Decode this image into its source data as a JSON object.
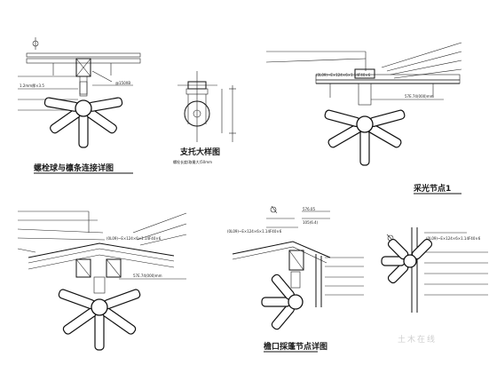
{
  "drawing": {
    "detail1_title": "螺栓球与檩条连接详图",
    "detail1_label_a": "@150XB",
    "detail1_label_b": "1.2mm厚×3.5",
    "detail2_title": "支托大样图",
    "detail2_dim": "螺栓长度(取最大)50mm",
    "detail3_title": "采光节点1",
    "detail3_elev": "57E.74(000)mm",
    "detail3_spec": "(0L09)~E×124×6×1.14F40×6",
    "detail4_elev": "57E.74(000)mm",
    "detail4_spec": "(0L09)~E×124×6×1.14F40×6",
    "detail5_title": "檐口採蓬节点详图",
    "detail5_elev_a": "576.05",
    "detail5_elev_b": "105(6.4)",
    "detail5_spec": "(0L09)~E×124×6×1.14F40×6",
    "detail6_spec": "(0L09)~E×124×6×1.14F40×6",
    "watermark": "土木在线"
  }
}
